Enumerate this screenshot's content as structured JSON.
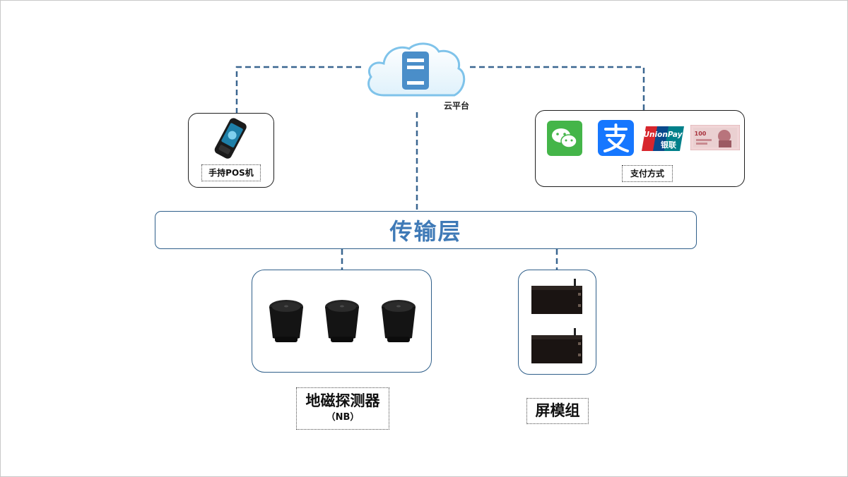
{
  "cloud": {
    "label": "云平台",
    "icon": "cloud-server-icon"
  },
  "pos": {
    "label": "手持POS机",
    "icon": "pos-terminal-icon"
  },
  "payment": {
    "label": "支付方式",
    "methods": [
      {
        "icon": "wechat-pay-icon",
        "color": "#44b549"
      },
      {
        "icon": "alipay-icon",
        "color": "#1677ff"
      },
      {
        "icon": "unionpay-icon",
        "text": "UnionPay",
        "sub": "银联"
      },
      {
        "icon": "cash-rmb-icon",
        "text": "100"
      }
    ]
  },
  "transport": {
    "label": "传输层",
    "color": "#3f7ab7"
  },
  "sensor": {
    "label": "地磁探测器",
    "sub": "（NB）",
    "icon": "geomagnetic-sensor-icon",
    "count": 3
  },
  "screen": {
    "label": "屏模组",
    "icon": "screen-module-icon",
    "count": 2
  },
  "colors": {
    "line": "#3a6690",
    "box_border": "#1e1e1e",
    "transport_border": "#2f5f8a"
  }
}
